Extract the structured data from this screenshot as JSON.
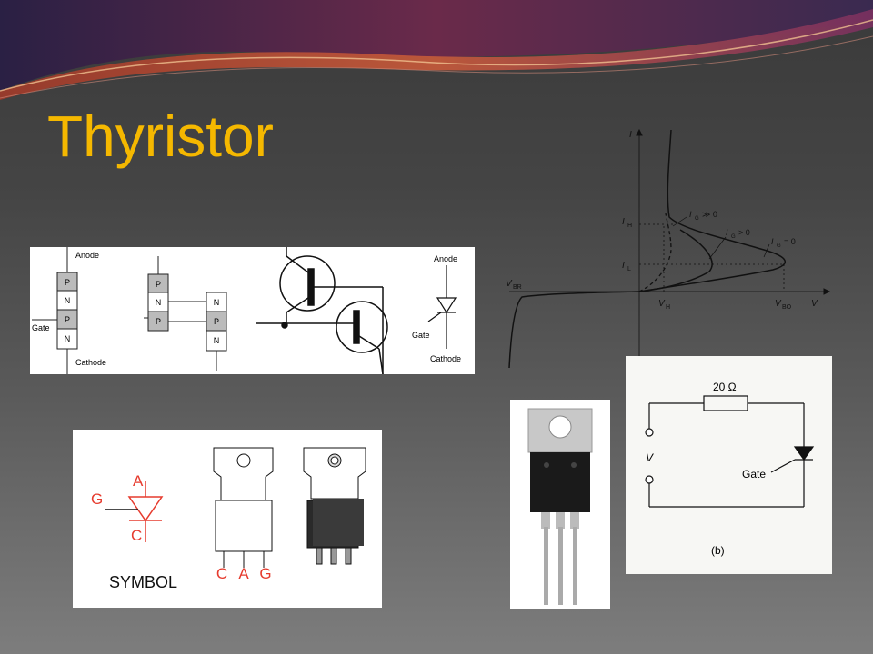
{
  "slide": {
    "title": "Thyristor"
  },
  "layers_diagram": {
    "anode_label": "Anode",
    "cathode_label": "Cathode",
    "gate_label": "Gate",
    "stack1": [
      "P",
      "N",
      "P",
      "N"
    ],
    "stack2_left": [
      "P",
      "N",
      "P"
    ],
    "stack2_right": [
      "N",
      "P",
      "N"
    ],
    "symbol_anode": "Anode",
    "symbol_gate": "Gate",
    "symbol_cathode": "Cathode"
  },
  "iv_curve": {
    "axis_i": "I",
    "axis_v": "V",
    "ih": "I",
    "ih_sub": "H",
    "il": "I",
    "il_sub": "L",
    "vbr": "V",
    "vbr_sub": "BR",
    "vh": "V",
    "vh_sub": "H",
    "vbo": "V",
    "vbo_sub": "BO",
    "curve1": "I",
    "curve1_sub": "G",
    "curve1_rel": "≫ 0",
    "curve2": "I",
    "curve2_sub": "G",
    "curve2_rel": "> 0",
    "curve3": "I",
    "curve3_sub": "G",
    "curve3_rel": "= 0"
  },
  "symbol_package": {
    "a": "A",
    "g": "G",
    "c": "C",
    "symbol_label": "SYMBOL",
    "pins": [
      "C",
      "A",
      "G"
    ],
    "accent_color": "#e63b2e"
  },
  "circuit": {
    "resistor": "20 Ω",
    "voltage": "V",
    "gate": "Gate",
    "caption": "(b)"
  },
  "colors": {
    "title": "#f5b800",
    "banner_dark": "#1e1c3a",
    "banner_red": "#9c3030"
  }
}
